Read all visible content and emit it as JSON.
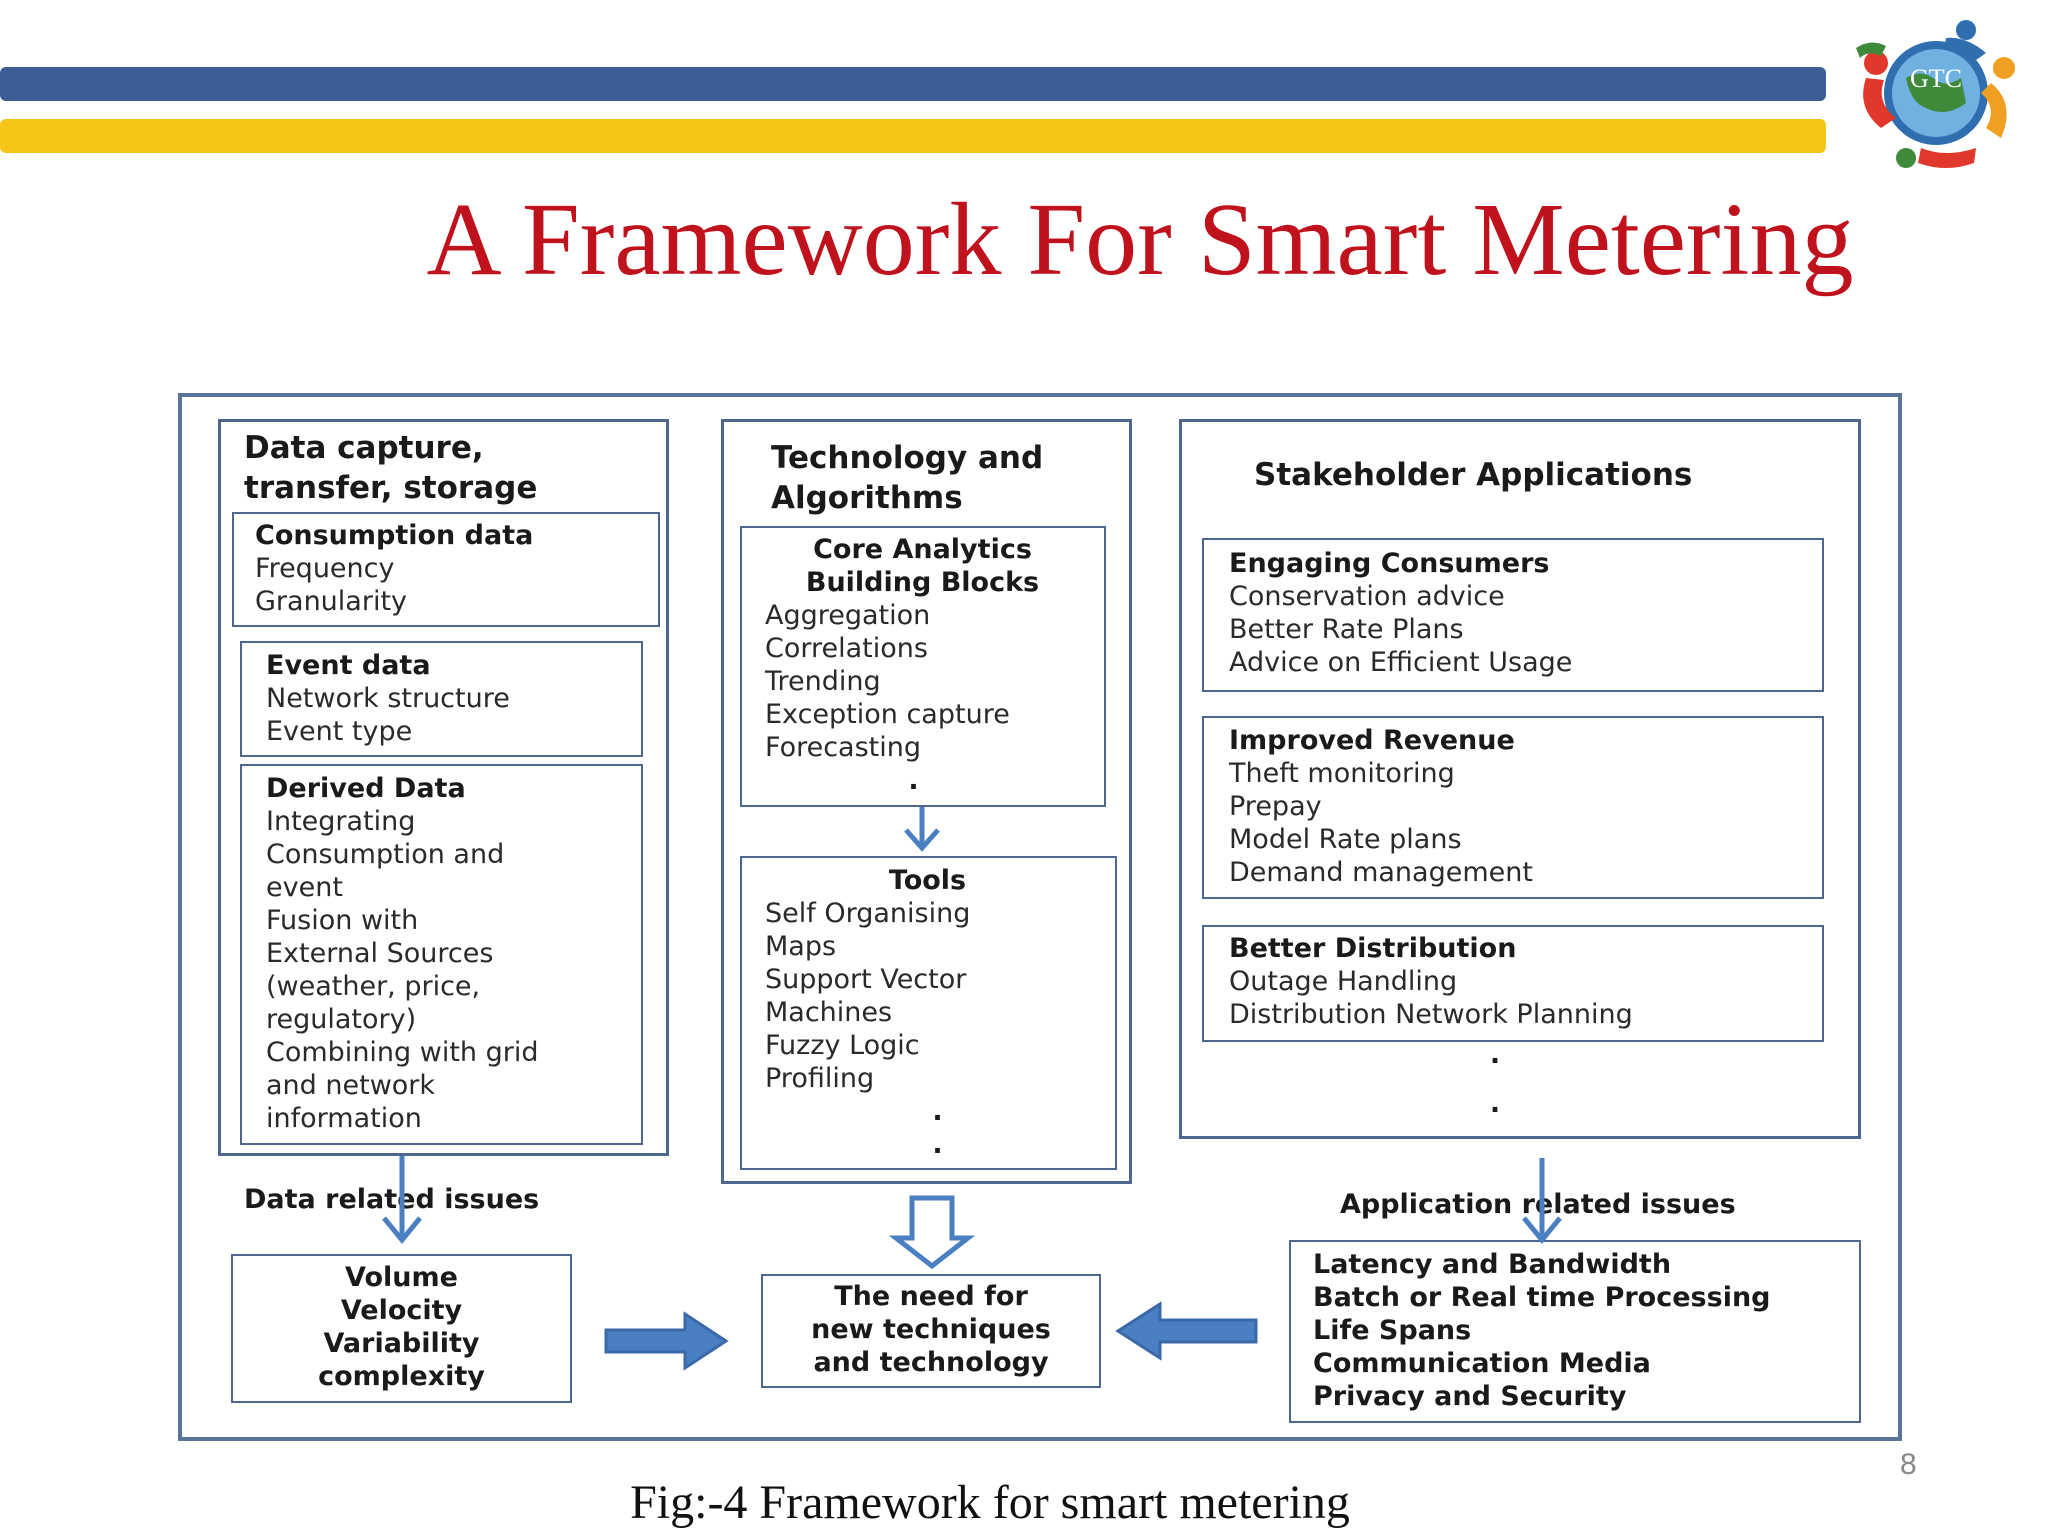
{
  "slide": {
    "title": "A Framework For Smart Metering",
    "caption": "Fig:-4 Framework for smart metering",
    "page_number": "8",
    "logo_text": "GTC",
    "colors": {
      "title": "#c0121c",
      "bar_top": "#3b5f95",
      "bar_bottom": "#f5c518",
      "border": "#4f6790",
      "arrow": "#4a7fc1"
    }
  },
  "col1": {
    "heading": [
      "Data capture,",
      "transfer, storage"
    ],
    "consumption": {
      "title": "Consumption data",
      "lines": [
        "Frequency",
        "Granularity"
      ]
    },
    "event": {
      "title": "Event data",
      "lines": [
        "Network  structure",
        "Event type"
      ]
    },
    "derived": {
      "title": "Derived Data",
      "lines": [
        "Integrating",
        "Consumption  and",
        "event",
        "Fusion with",
        "External Sources",
        "(weather, price,",
        "regulatory)",
        "Combining  with  grid",
        "and network",
        "information"
      ]
    }
  },
  "col2": {
    "heading": [
      "Technology and",
      "Algorithms"
    ],
    "core": {
      "title": [
        "Core Analytics",
        "Building Blocks"
      ],
      "lines": [
        "Aggregation",
        "Correlations",
        "Trending",
        "Exception capture",
        "Forecasting"
      ],
      "dots": [
        "."
      ]
    },
    "tools": {
      "title": "Tools",
      "lines": [
        "Self Organising",
        "Maps",
        "Support  Vector",
        "Machines",
        "Fuzzy  Logic",
        "Profiling"
      ],
      "dots": [
        ".",
        "."
      ]
    }
  },
  "col3": {
    "heading": "Stakeholder Applications",
    "engaging": {
      "title": "Engaging Consumers",
      "lines": [
        "Conservation advice",
        "Better Rate Plans",
        "Advice on Efficient Usage"
      ]
    },
    "revenue": {
      "title": "Improved Revenue",
      "lines": [
        "Theft monitoring",
        "Prepay",
        "Model  Rate plans",
        "Demand  management"
      ]
    },
    "distribution": {
      "title": "Better Distribution",
      "lines": [
        "Outage Handling",
        "Distribution  Network  Planning"
      ]
    },
    "dots": [
      ".",
      "."
    ]
  },
  "bottom": {
    "data_issues_label": "Data related issues",
    "data_issues": [
      "Volume",
      "Velocity",
      "Variability",
      "complexity"
    ],
    "need": [
      "The need for",
      "new techniques",
      "and technology"
    ],
    "app_issues_label": "Application related issues",
    "app_issues": [
      "Latency and Bandwidth",
      "Batch or Real time Processing",
      "Life Spans",
      "Communication Media",
      "Privacy and Security"
    ]
  }
}
